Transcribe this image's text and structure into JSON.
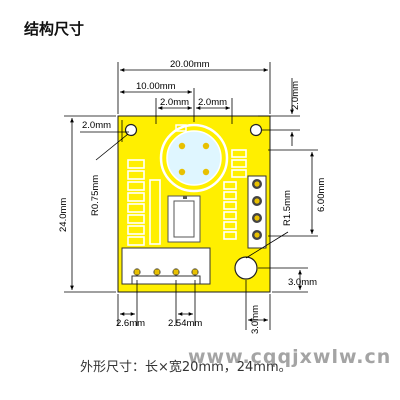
{
  "title": "结构尺寸",
  "caption": "外形尺寸：长×宽20mm，24mm。",
  "watermark": "www.cqqjxwlw.cn",
  "colors": {
    "board": "#ffef00",
    "board_edge": "#1a1a1a",
    "silk": "#ffffff",
    "dimline": "#000000",
    "accent": "#2255cc"
  },
  "dims": {
    "width_total": "20.00mm",
    "center": "10.00mm",
    "left_2": "2.0mm",
    "right_2": "2.0mm",
    "top_right_2": "2.0mm",
    "left_hole_2": "2.0mm",
    "height": "24.0mm",
    "radius": "R0.75mm",
    "r15": "R1.5mm",
    "pitch_600": "6.00mm",
    "bottom_30": "3.0mm",
    "bottom_left_26": "2.6mm",
    "bottom_254": "2.54mm",
    "bottom_vert_30": "3.0mm"
  }
}
